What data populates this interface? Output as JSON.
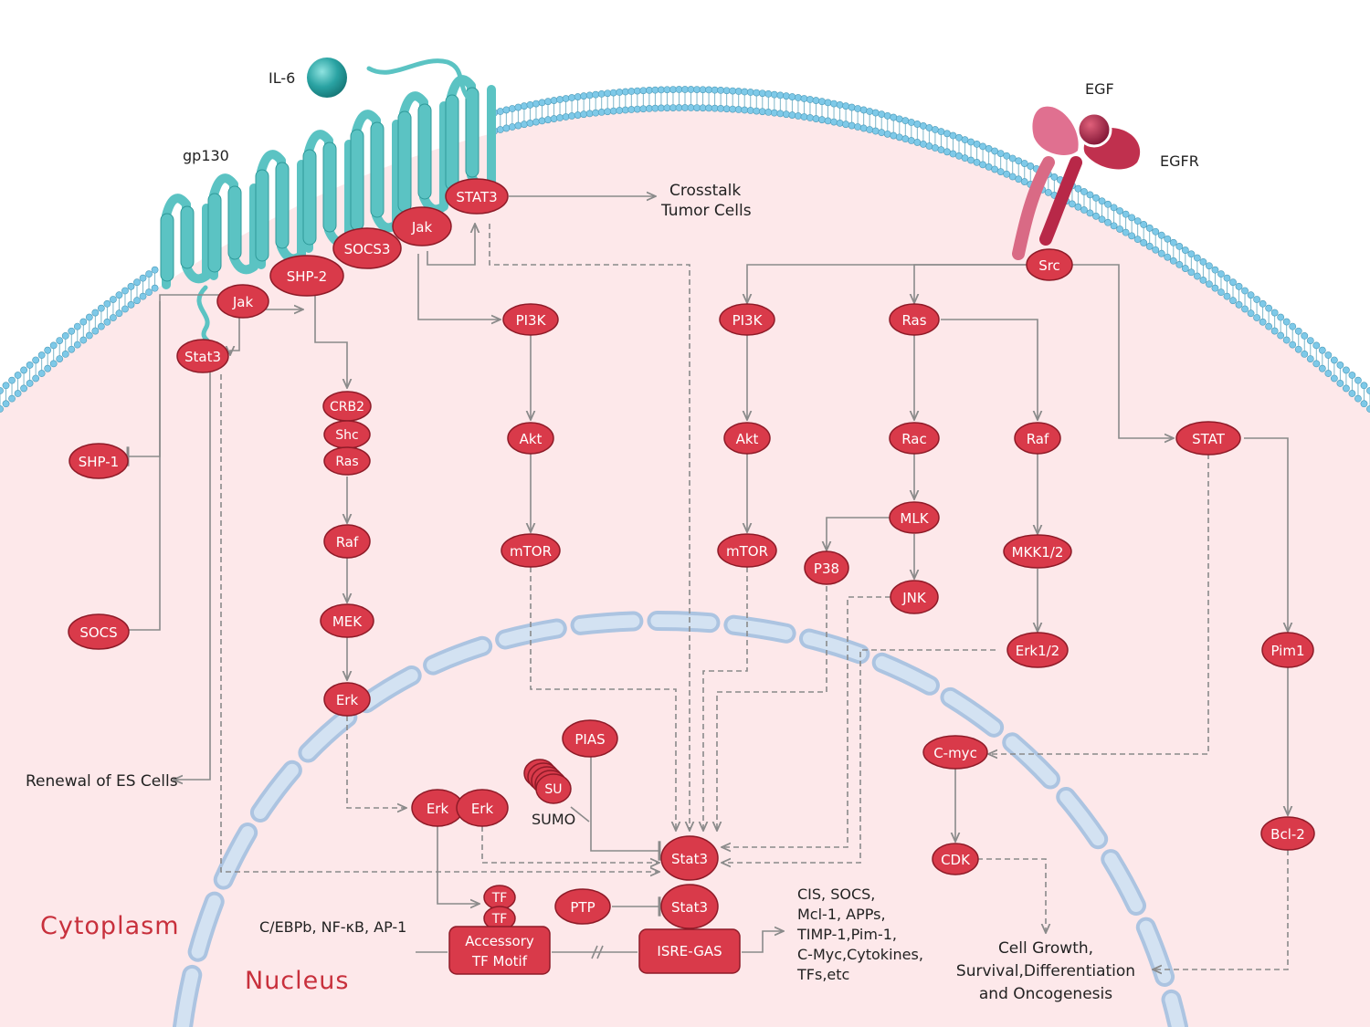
{
  "colors": {
    "cytoplasm": "#fde8ea",
    "node_fill": "#d93a4a",
    "node_stroke": "#8e1b28",
    "membrane_head": "#7ec9e8",
    "receptor": "#5bc3c3",
    "nuclear_envelope": "#b8d0ea",
    "egfr": "#c8304a",
    "egf_ligand": "#a01d3a",
    "region_text": "#c8303c",
    "arrow": "#8a8a8a"
  },
  "labels": {
    "il6": "IL-6",
    "gp130": "gp130",
    "egf": "EGF",
    "egfr": "EGFR",
    "crosstalk_1": "Crosstalk",
    "crosstalk_2": "Tumor Cells",
    "renewal": "Renewal of ES Cells",
    "cytoplasm": "Cytoplasm",
    "nucleus": "Nucleus",
    "sumo": "SUMO",
    "cebp": "C/EBPb, NF-κB, AP-1",
    "targets": [
      "CIS, SOCS,",
      "Mcl-1, APPs,",
      "TIMP-1,Pim-1,",
      "C-Myc,Cytokines,",
      "TFs,etc"
    ],
    "outcome": [
      "Cell Growth,",
      "Survival,Differentiation",
      "and Oncogenesis"
    ]
  },
  "nodes": {
    "jak_left": "Jak",
    "stat3_left": "Stat3",
    "shp2": "SHP-2",
    "socs3": "SOCS3",
    "jak_right": "Jak",
    "stat3_top": "STAT3",
    "shp1": "SHP-1",
    "socs": "SOCS",
    "crb2": "CRB2",
    "shc": "Shc",
    "ras_left": "Ras",
    "raf_left": "Raf",
    "mek": "MEK",
    "erk_left": "Erk",
    "pi3k_left": "PI3K",
    "akt_left": "Akt",
    "mtor_left": "mTOR",
    "src": "Src",
    "pi3k_right": "PI3K",
    "akt_right": "Akt",
    "mtor_right": "mTOR",
    "ras_right": "Ras",
    "rac": "Rac",
    "mlk": "MLK",
    "p38": "P38",
    "jnk": "JNK",
    "raf_right": "Raf",
    "mkk": "MKK1/2",
    "erk12": "Erk1/2",
    "stat_right": "STAT",
    "pim1": "Pim1",
    "bcl2": "Bcl-2",
    "cmyc": "C-myc",
    "cdk": "CDK",
    "pias": "PIAS",
    "su": "SU",
    "erk_n1": "Erk",
    "erk_n2": "Erk",
    "stat3_n1": "Stat3",
    "stat3_n2": "Stat3",
    "ptp": "PTP",
    "tf1": "TF",
    "tf2": "TF",
    "accessory_1": "Accessory",
    "accessory_2": "TF Motif",
    "isre": "ISRE-GAS"
  }
}
